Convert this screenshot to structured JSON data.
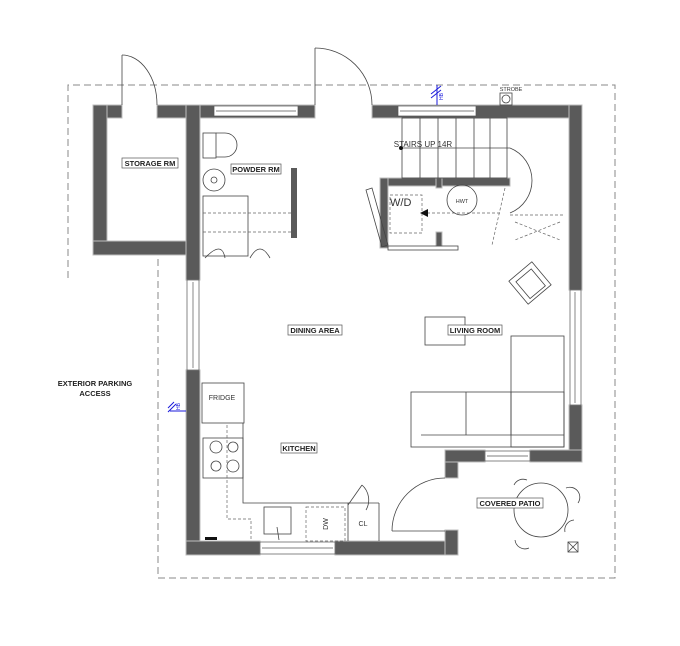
{
  "rooms": {
    "storage": "STORAGE RM",
    "powder": "POWDER RM",
    "stairs": "STAIRS UP 14R",
    "washer_dryer": "W/D",
    "hot_water_tank": "HWT",
    "dining": "DINING AREA",
    "living": "LIVING ROOM",
    "kitchen": "KITCHEN",
    "patio": "COVERED PATIO",
    "parking": "EXTERIOR PARKING ACCESS"
  },
  "fixtures": {
    "fridge": "FRIDGE",
    "dishwasher": "DW",
    "closet": "CL",
    "strobe": "STROBE",
    "hose_bib_top": "HB",
    "hose_bib_left": "HB"
  },
  "colors": {
    "wall": "#5a5a5a",
    "hose_bib": "#1a1adb"
  }
}
